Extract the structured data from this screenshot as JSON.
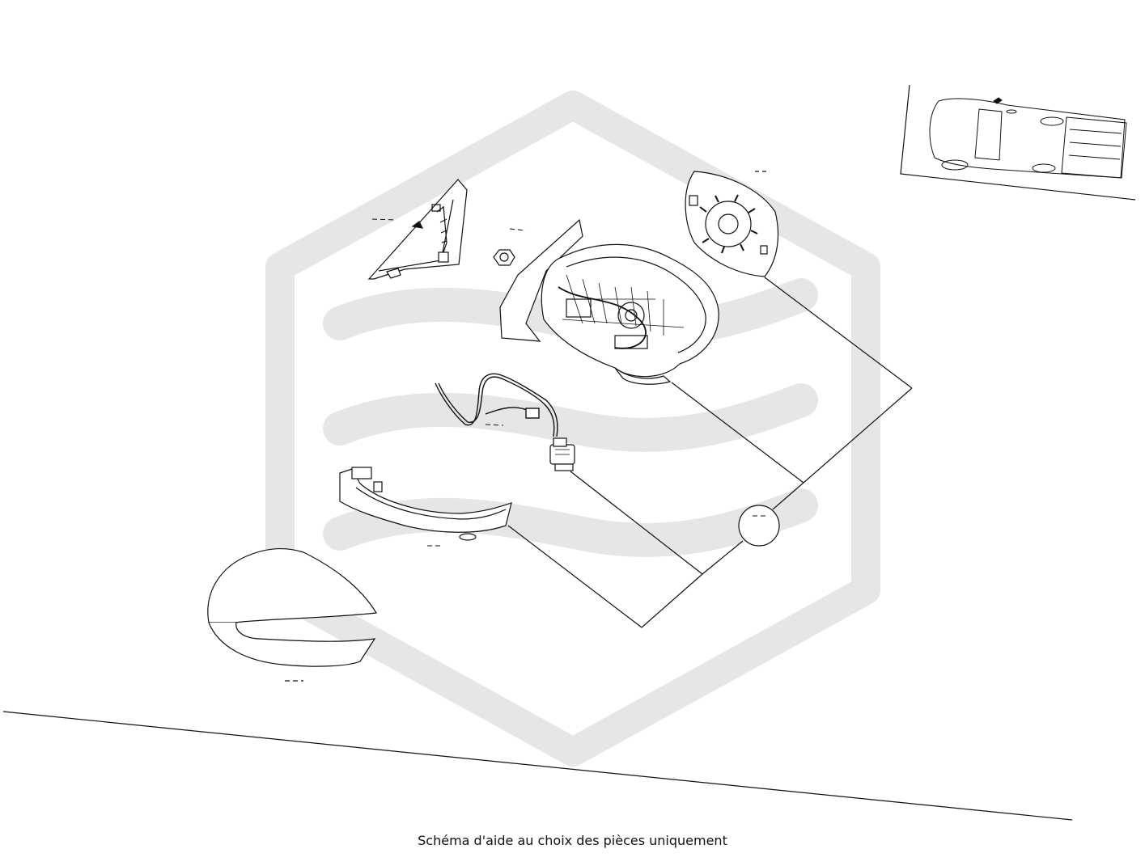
{
  "diagram": {
    "caption": "Schéma d'aide au choix des pièces uniquement",
    "watermark_color": "#e6e6e6",
    "line_color": "#111111",
    "parts": [
      {
        "name": "mirror-base-cover",
        "icon": "triangle-trim-icon"
      },
      {
        "name": "mounting-nut",
        "icon": "nut-icon"
      },
      {
        "name": "mirror-housing-assembly",
        "icon": "mirror-body-icon"
      },
      {
        "name": "mirror-glass",
        "icon": "glass-icon"
      },
      {
        "name": "wiring-harness",
        "icon": "cable-icon"
      },
      {
        "name": "connector",
        "icon": "connector-icon"
      },
      {
        "name": "turn-signal-lamp",
        "icon": "lamp-icon"
      },
      {
        "name": "mirror-cover-cap",
        "icon": "cap-icon"
      },
      {
        "name": "vehicle-locator",
        "icon": "truck-top-view-icon"
      }
    ]
  }
}
